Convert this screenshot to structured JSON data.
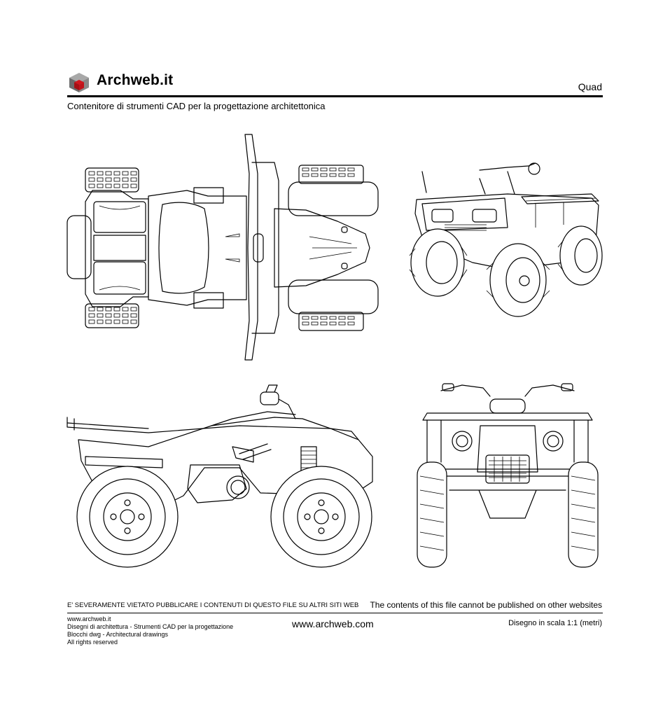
{
  "header": {
    "brand": "Archweb.it",
    "drawing_title": "Quad",
    "subtitle": "Contenitore di strumenti CAD per la progettazione architettonica",
    "logo_icon": "cube-icon",
    "logo_colors": [
      "#9e9e9e",
      "#5a5a5a",
      "#c0141b"
    ]
  },
  "views": [
    "top-view",
    "perspective-view",
    "side-view",
    "front-view"
  ],
  "footer": {
    "warning_it": "E' SEVERAMENTE VIETATO PUBBLICARE I CONTENUTI DI QUESTO FILE SU ALTRI SITI WEB",
    "warning_en": "The contents of this file cannot be published on other websites",
    "left_lines": [
      "www.archweb.it",
      "Disegni di architettura - Strumenti CAD  per la progettazione",
      "Blocchi dwg - Architectural drawings",
      "All rights reserved"
    ],
    "center_url": "www.archweb.com",
    "scale": "Disegno in scala 1:1 (metri)"
  }
}
